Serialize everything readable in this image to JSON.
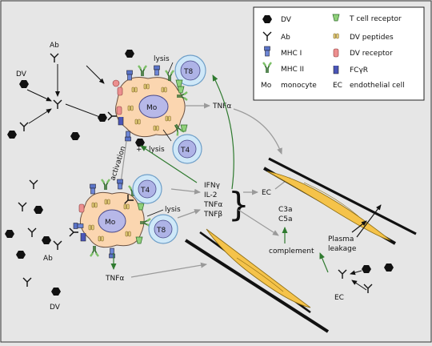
{
  "legend": {
    "items": [
      {
        "symbol": "DV",
        "label": "DV"
      },
      {
        "symbol": "Ab",
        "label": "Ab"
      },
      {
        "symbol": "MHC I",
        "label": "MHC I"
      },
      {
        "symbol": "MHC II",
        "label": "MHC II"
      },
      {
        "symbol": "Mo",
        "label": "monocyte"
      },
      {
        "symbol": "T cell receptor",
        "label": "T cell receptor"
      },
      {
        "symbol": "DV peptides",
        "label": "DV peptides"
      },
      {
        "symbol": "DV receptor",
        "label": "DV receptor"
      },
      {
        "symbol": "FcγR",
        "label": "FCγR"
      },
      {
        "symbol": "EC",
        "label": "endothelial cell"
      }
    ],
    "mo_abbrev": "Mo",
    "ec_abbrev": "EC"
  },
  "labels": {
    "ab_top": "Ab",
    "dv_top": "DV",
    "lysis_top": "lysis",
    "t8_top": "T8",
    "mo_top": "Mo",
    "tnfa_top": "TNFα",
    "t4_mid": "T4",
    "plus": "+",
    "lysis_mid": "lysis",
    "activation": "activation",
    "t4_bottom": "T4",
    "mo_bottom": "Mo",
    "lysis_bottom": "lysis",
    "t8_bottom": "T8",
    "ab_bottom": "Ab",
    "dv_bottom": "DV",
    "tnfa_bottom": "TNFα",
    "cytokines": [
      "IFNγ",
      "IL-2",
      "TNFα",
      "TNFβ"
    ],
    "ec_mid": "EC",
    "c3a": "C3a",
    "c5a": "C5a",
    "complement": "complement",
    "plasma": "Plasma",
    "leakage": "leakage",
    "ec_bottom": "EC"
  },
  "colors": {
    "background": "#e6e6e6",
    "monocyte_fill": "#fbd6b0",
    "nucleus_fill": "#b7b8e8",
    "tcell_fill": "#cfe8f8",
    "tcell_inner": "#aeb3e6",
    "endothelial": "#f5c34a",
    "green_arrow": "#2f7a2f",
    "gray_arrow": "#999999",
    "mhc1": "#5a74c8",
    "mhc2": "#7bbf66",
    "receptor_pink": "#ec8f8f",
    "peptide_tan": "#d9c070"
  }
}
